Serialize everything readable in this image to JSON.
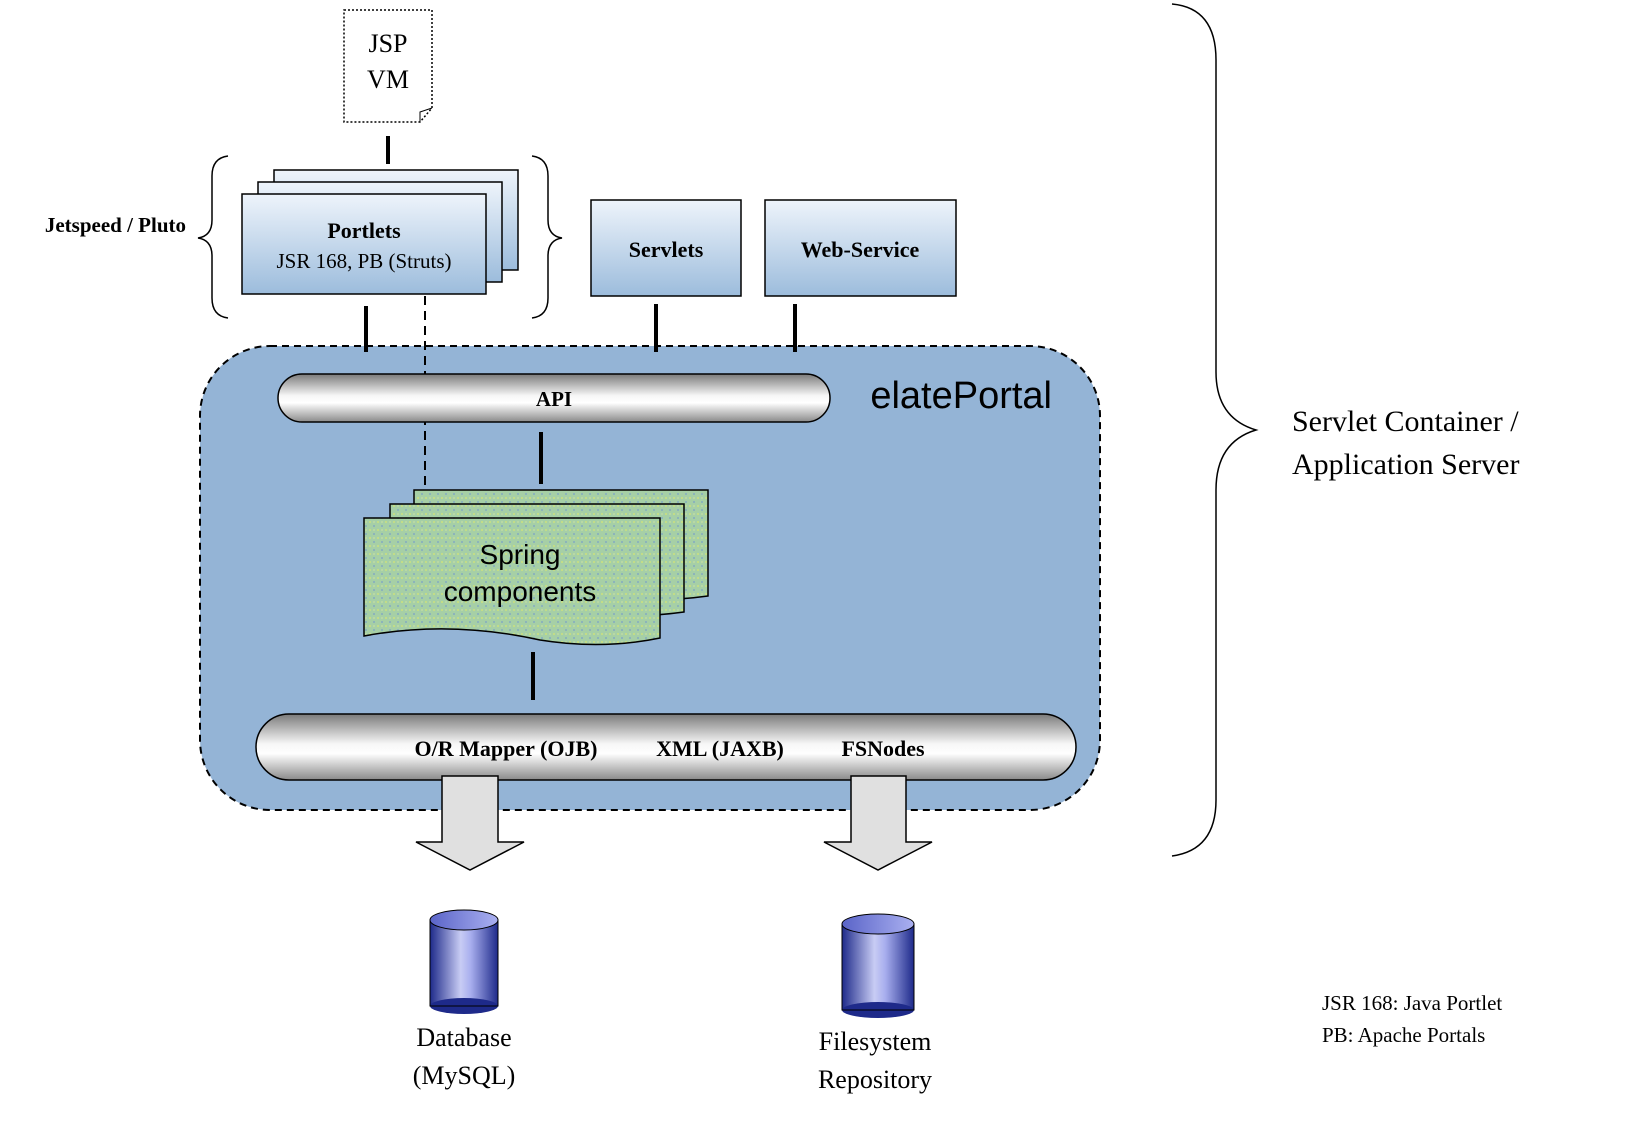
{
  "template": {
    "line1": "JSP",
    "line2": "VM"
  },
  "jetspeed_label": "Jetspeed / Pluto",
  "portlets": {
    "title": "Portlets",
    "subtitle": "JSR 168, PB (Struts)"
  },
  "servlets_label": "Servlets",
  "webservice_label": "Web-Service",
  "elateportal_label": "elatePortal",
  "api_label": "API",
  "spring": {
    "line1": "Spring",
    "line2": "components"
  },
  "persistence": {
    "or_mapper": "O/R Mapper (OJB)",
    "xml": "XML (JAXB)",
    "fsnodes": "FSNodes"
  },
  "database": {
    "line1": "Database",
    "line2": "(MySQL)"
  },
  "filesystem": {
    "line1": "Filesystem",
    "line2": "Repository"
  },
  "container": {
    "line1": "Servlet Container /",
    "line2": "Application Server"
  },
  "footnotes": {
    "line1": "JSR 168: Java Portlet",
    "line2": "PB: Apache Portals"
  },
  "colors": {
    "portal_bg": "#94b4d6",
    "box_top": "#eef4fb",
    "box_bottom": "#9cbcdc",
    "cylinder_dark": "#1e2a8a",
    "cylinder_light": "#c8ccf4"
  }
}
